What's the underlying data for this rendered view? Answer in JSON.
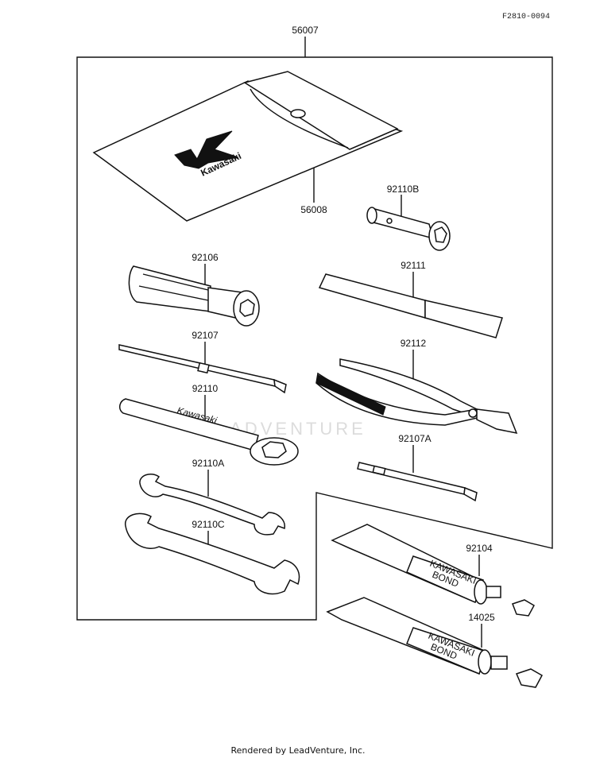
{
  "diagram_code": "F2810-0094",
  "footer": "Rendered by LeadVenture, Inc.",
  "parts": [
    {
      "id": "56007",
      "label": "56007"
    },
    {
      "id": "56008",
      "label": "56008"
    },
    {
      "id": "92110B",
      "label": "92110B"
    },
    {
      "id": "92106",
      "label": "92106"
    },
    {
      "id": "92111",
      "label": "92111"
    },
    {
      "id": "92107",
      "label": "92107"
    },
    {
      "id": "92112",
      "label": "92112"
    },
    {
      "id": "92110",
      "label": "92110"
    },
    {
      "id": "92107A",
      "label": "92107A"
    },
    {
      "id": "92110A",
      "label": "92110A"
    },
    {
      "id": "92104",
      "label": "92104"
    },
    {
      "id": "92110C",
      "label": "92110C"
    },
    {
      "id": "14025",
      "label": "14025"
    }
  ],
  "pouch": {
    "logo_text": "Kawasaki"
  },
  "wrench_stamp": "Kawasaki",
  "bond_tube": {
    "line1": "KAWASAKI",
    "line2": "BOND"
  },
  "watermark": "ADVENTURE"
}
